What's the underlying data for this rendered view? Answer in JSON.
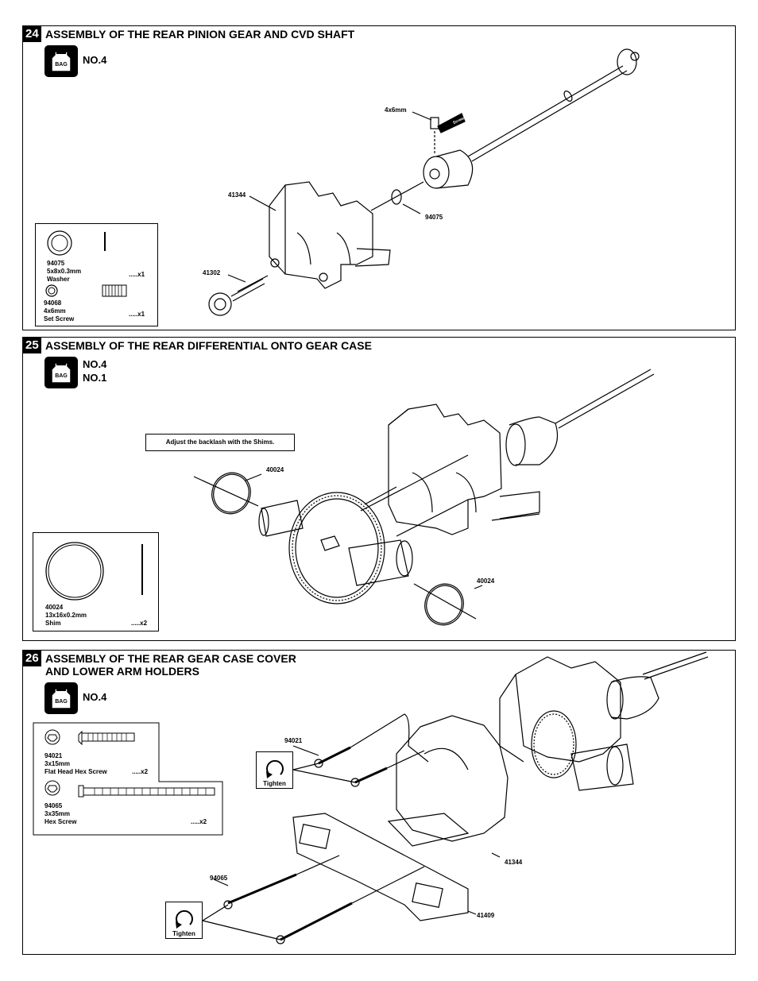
{
  "steps": [
    {
      "number": "24",
      "title": "ASSEMBLY OF THE REAR PINION GEAR AND CVD SHAFT",
      "bag_icon_text": "BAG",
      "bag_numbers": [
        "NO.4"
      ],
      "parts": [
        {
          "id": "94075",
          "size": "5x8x0.3mm",
          "name": "Washer",
          "qty": ".....x1"
        },
        {
          "id": "94068",
          "size": "4x6mm",
          "name": "Set Screw",
          "qty": ".....x1"
        }
      ],
      "callouts": {
        "set_screw": "4x6mm",
        "screw_cement": "Screw Cement",
        "gear_case": "41344",
        "pinion": "41302",
        "washer": "94075"
      }
    },
    {
      "number": "25",
      "title": "ASSEMBLY OF THE REAR DIFFERENTIAL ONTO GEAR CASE",
      "bag_icon_text": "BAG",
      "bag_numbers": [
        "NO.4",
        "NO.1"
      ],
      "note": "Adjust the backlash with the Shims.",
      "parts": [
        {
          "id": "40024",
          "size": "13x16x0.2mm",
          "name": "Shim",
          "qty": ".....x2"
        }
      ],
      "callouts": {
        "shim_top": "40024",
        "shim_bottom": "40024"
      }
    },
    {
      "number": "26",
      "title_line1": "ASSEMBLY OF THE REAR GEAR CASE COVER",
      "title_line2": "AND LOWER ARM HOLDERS",
      "bag_icon_text": "BAG",
      "bag_numbers": [
        "NO.4"
      ],
      "parts": [
        {
          "id": "94021",
          "size": "3x15mm",
          "name": "Flat Head Hex Screw",
          "qty": ".....x2"
        },
        {
          "id": "94065",
          "size": "3x35mm",
          "name": "Hex Screw",
          "qty": ".....x2"
        }
      ],
      "tighten_label": "Tighten",
      "callouts": {
        "flat_screw": "94021",
        "hex_screw": "94065",
        "cover": "41344",
        "arm_holder": "41409"
      }
    }
  ]
}
